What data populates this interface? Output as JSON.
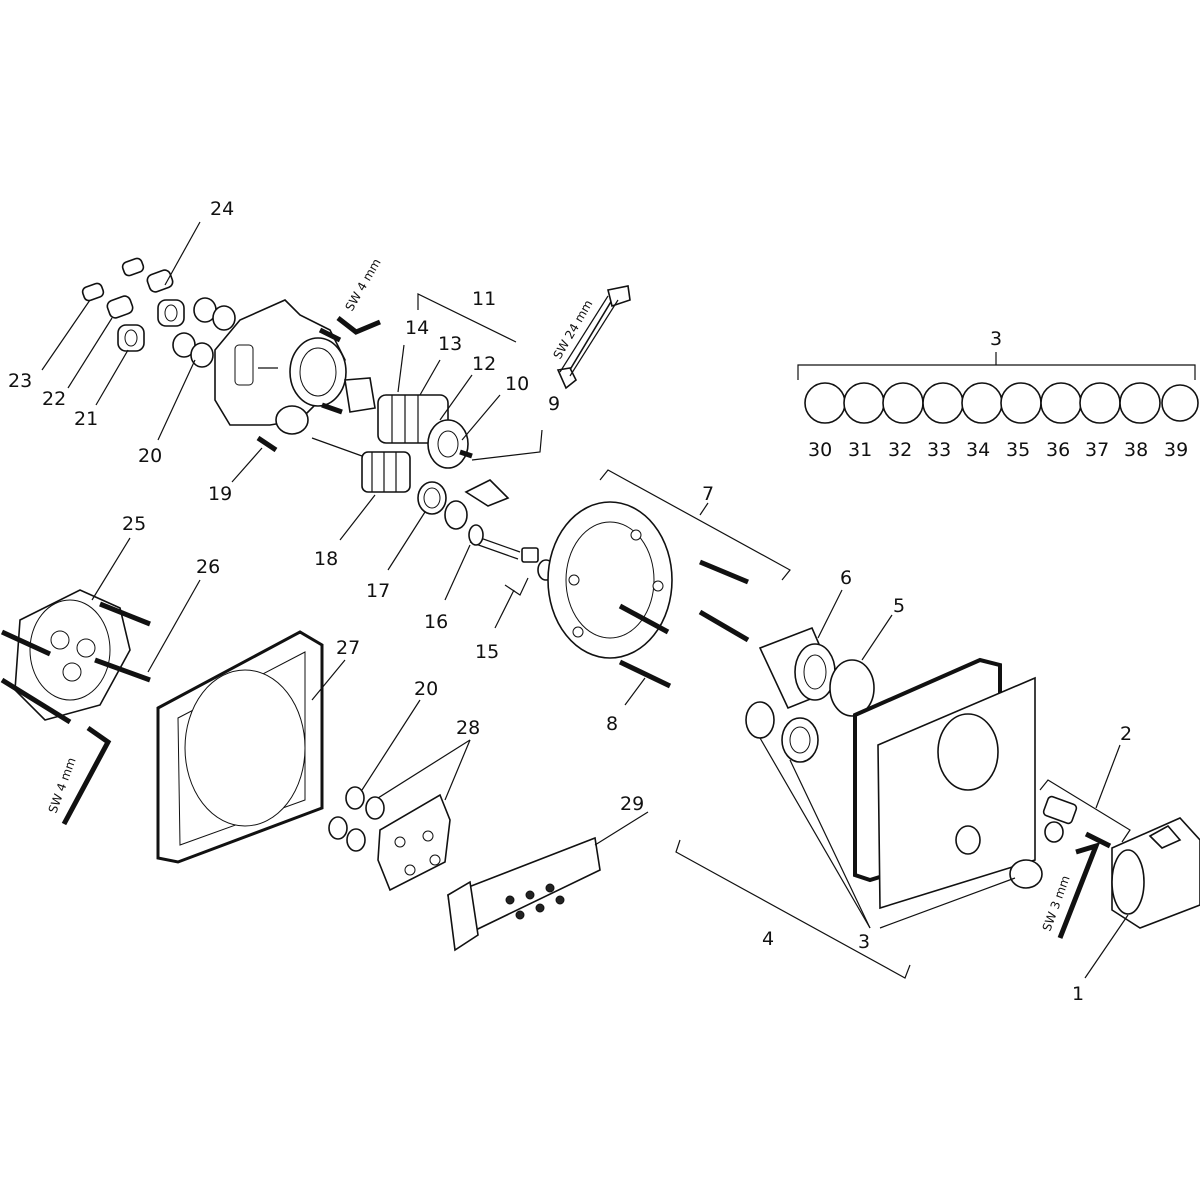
{
  "callouts": {
    "c1": "1",
    "c2": "2",
    "c3a": "3",
    "c3b": "3",
    "c4": "4",
    "c5": "5",
    "c6": "6",
    "c7": "7",
    "c8": "8",
    "c9": "9",
    "c10": "10",
    "c11": "11",
    "c12": "12",
    "c13": "13",
    "c14": "14",
    "c15": "15",
    "c16": "16",
    "c17": "17",
    "c18": "18",
    "c19": "19",
    "c20a": "20",
    "c20b": "20",
    "c21": "21",
    "c22": "22",
    "c23": "23",
    "c24": "24",
    "c25": "25",
    "c26": "26",
    "c27": "27",
    "c28": "28",
    "c29": "29",
    "c30": "30",
    "c31": "31",
    "c32": "32",
    "c33": "33",
    "c34": "34",
    "c35": "35",
    "c36": "36",
    "c37": "37",
    "c38": "38",
    "c39": "39"
  },
  "tools": {
    "allen_top": "SW 4 mm",
    "wrench": "SW 24 mm",
    "allen_left": "SW 4 mm",
    "allen_right": "SW 3 mm"
  }
}
